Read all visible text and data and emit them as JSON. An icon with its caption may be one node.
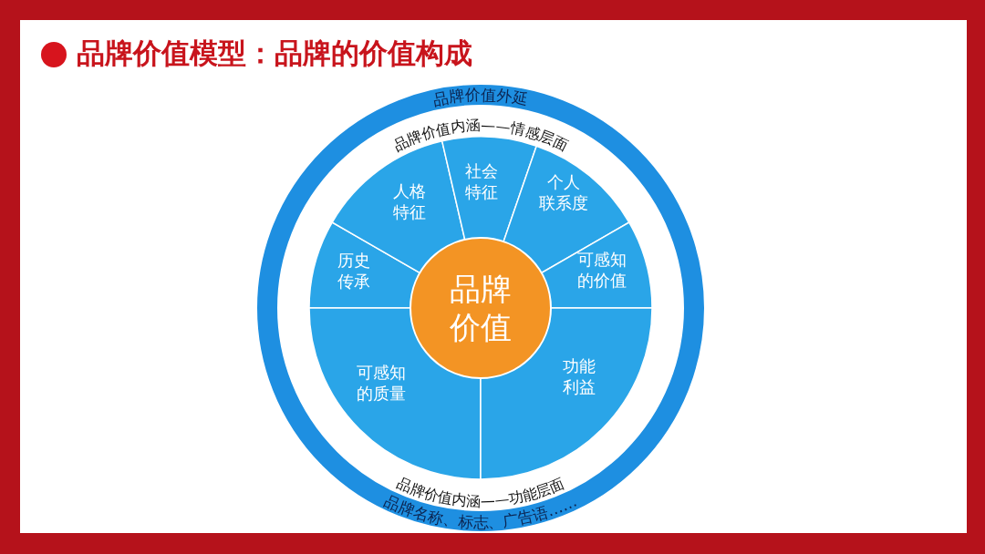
{
  "diagram": {
    "title": "品牌价值模型：品牌的价值构成",
    "nodes": [
      {
        "text": [
          "品牌价值外延",
          "品牌名称、标志、广告语……"
        ]
      },
      {
        "text": [
          "品牌价值内涵——情感层面"
        ],
        "in": 0
      },
      {
        "text": [
          "品牌价值内涵——功能层面"
        ],
        "in": 0
      },
      {
        "text": [
          "历史传承"
        ],
        "in": 1
      },
      {
        "text": [
          "人格特征"
        ],
        "in": 1
      },
      {
        "text": [
          "社会特征"
        ],
        "in": 1
      },
      {
        "text": [
          "个人联系度"
        ],
        "in": 1
      },
      {
        "text": [
          "可感知的价值"
        ],
        "in": 1
      },
      {
        "text": [
          "可感知的质量"
        ],
        "in": 2
      },
      {
        "text": [
          "功能利益"
        ],
        "in": 2
      },
      {
        "text": [
          "品牌价值"
        ],
        "in": 0
      }
    ],
    "edges": []
  }
}
